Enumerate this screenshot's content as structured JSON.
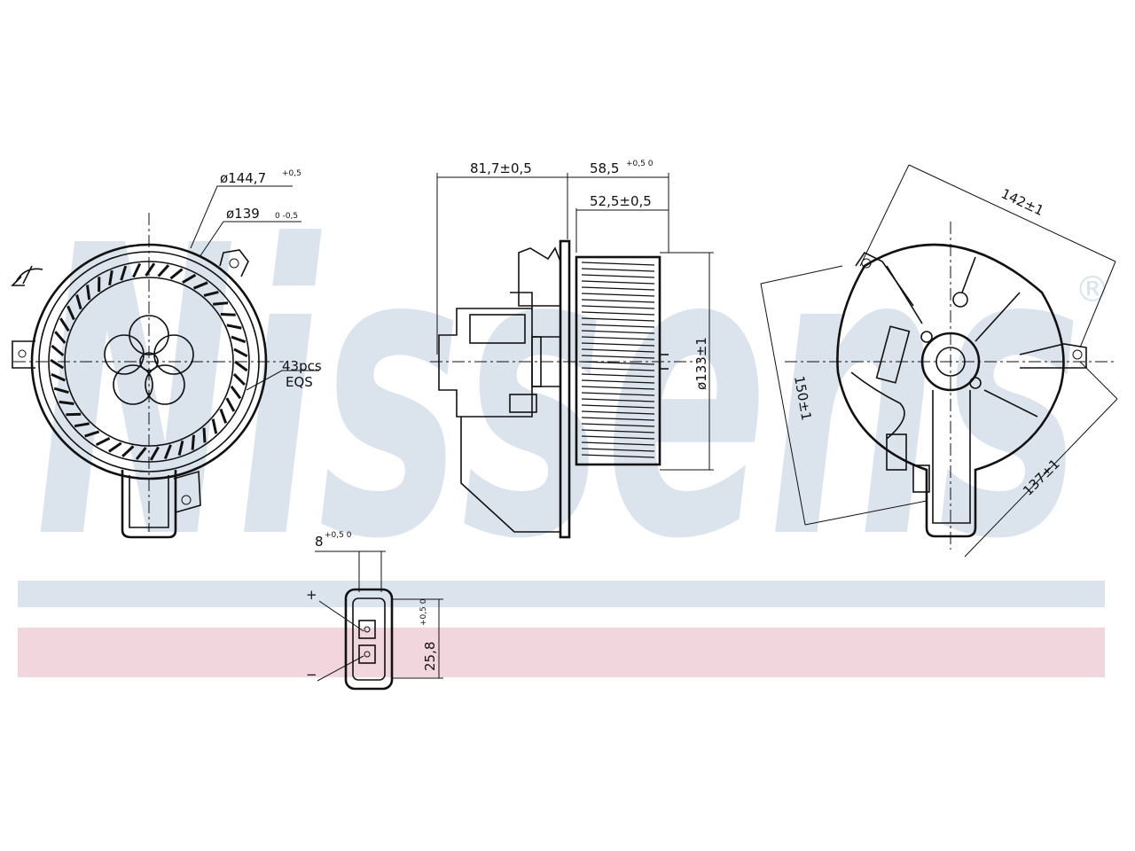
{
  "watermark": {
    "brand": "Nissens",
    "registered": "®",
    "colors": {
      "text": "#dbe3ed",
      "band_blue": "#dbe3ed",
      "band_pink": "#f2d6dd"
    }
  },
  "front_view": {
    "outer_diameter": "ø144,7",
    "outer_diameter_tol": "+0,5",
    "inner_diameter": "ø139",
    "inner_diameter_tol": "0 -0,5",
    "blade_count": "43pcs",
    "blade_spacing": "EQS"
  },
  "side_view": {
    "motor_length": "81,7±0,5",
    "fan_width_outer": "58,5",
    "fan_width_outer_tol": "+0,5 0",
    "fan_width_inner": "52,5±0,5",
    "fan_diameter": "ø133±1"
  },
  "rear_view": {
    "width_top": "142±1",
    "height_left": "150±1",
    "width_bottom": "137±1"
  },
  "connector": {
    "pin_width": "8",
    "pin_width_tol": "+0,5 0",
    "height": "25,8",
    "height_tol": "+0,5 0",
    "plus_label": "+",
    "minus_label": "−"
  }
}
